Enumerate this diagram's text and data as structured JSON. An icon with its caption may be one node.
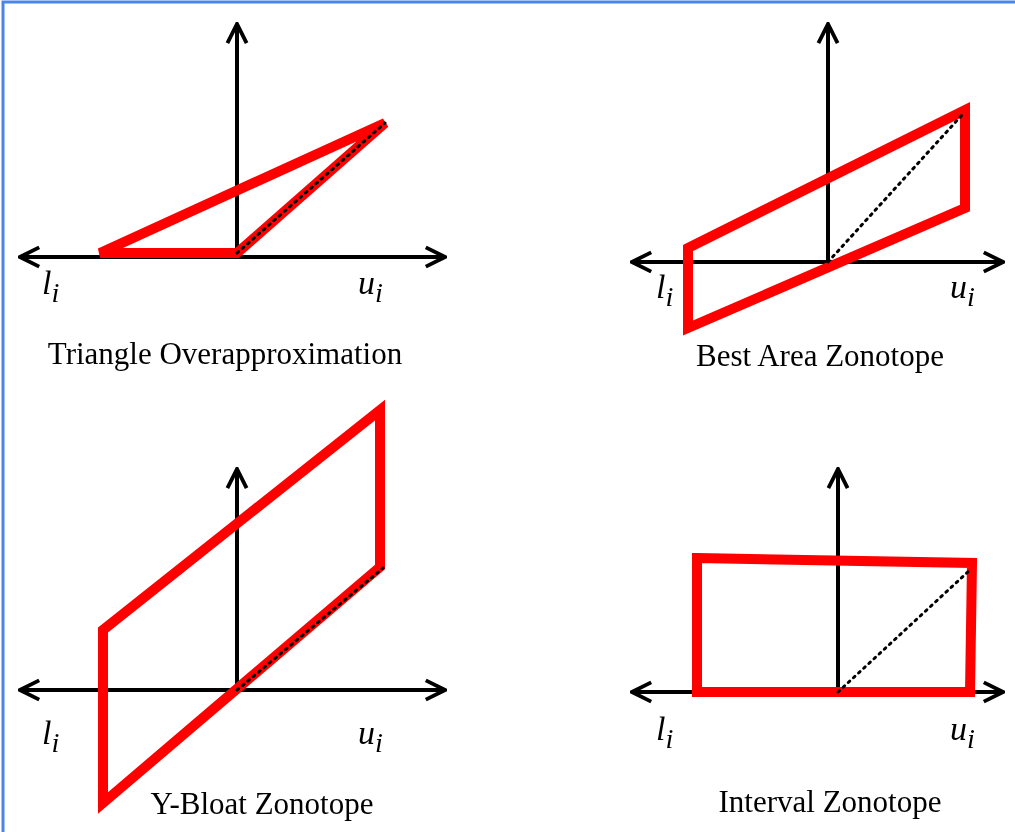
{
  "diagram": {
    "labels": [
      "l$_{i}$",
      "u$_{i}$",
      "Triangle Overapproximation",
      "l$_{i}$",
      "u$_{i}$",
      "Best Area Zonotope",
      "l$_{i}$",
      "u$_{i}$",
      "Y-Bloat Zonotope",
      "l$_{i}$",
      "u$_{i}$",
      "Interval Zonotope"
    ]
  }
}
